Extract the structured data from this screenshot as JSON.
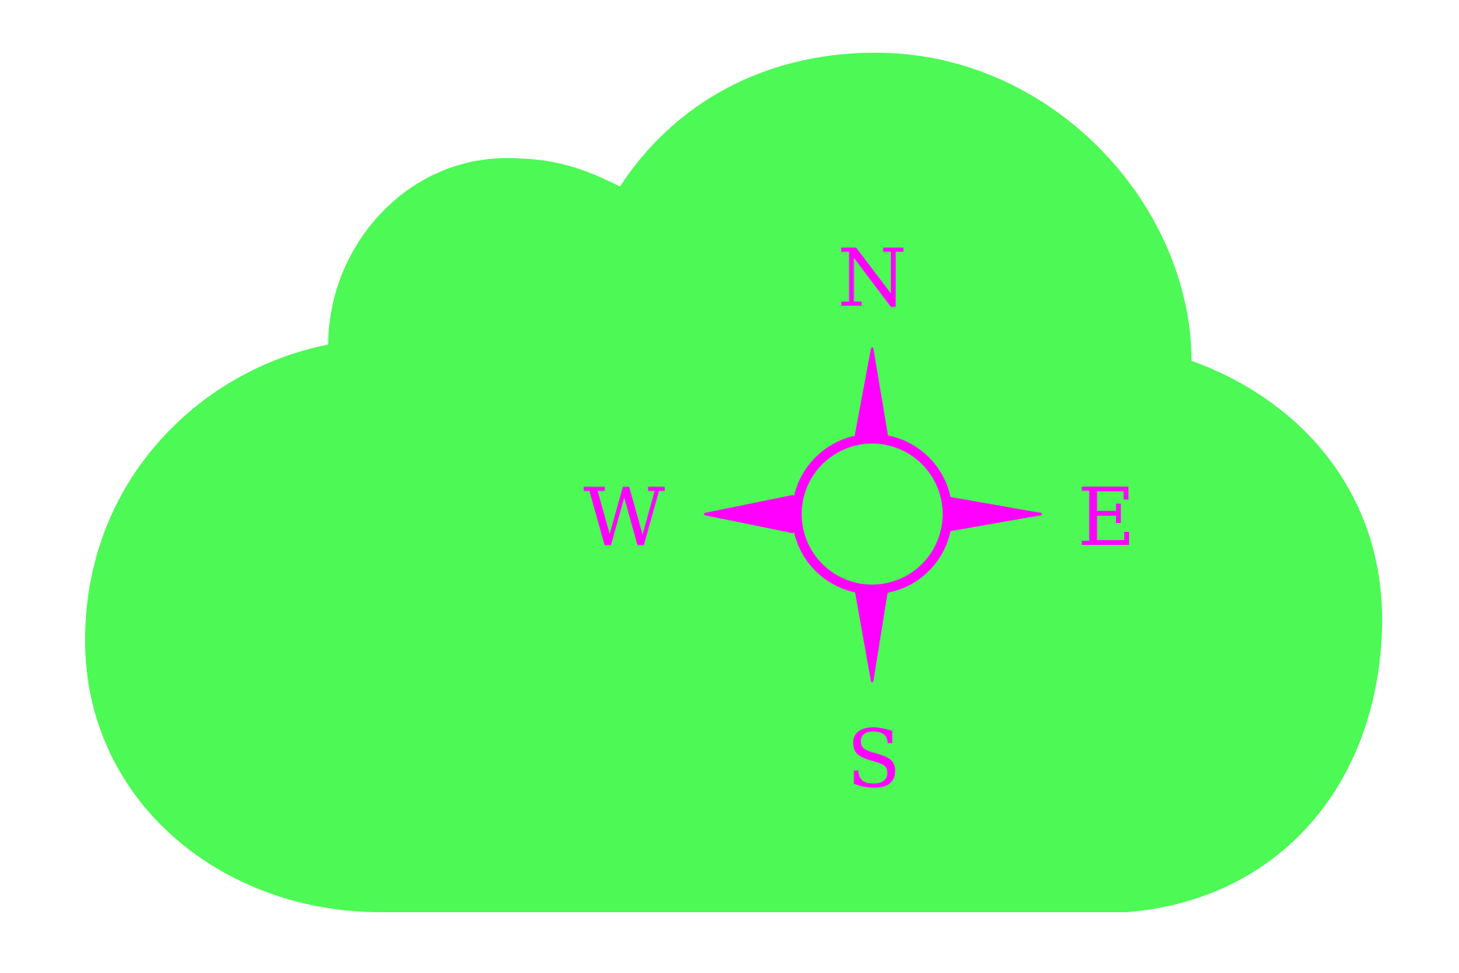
{
  "colors": {
    "background": "#ffffff",
    "cloud": "#4cf955",
    "compass": "#ff00ff"
  },
  "icons": {
    "cloud": "cloud-icon",
    "compass": "compass-rose-icon"
  },
  "compass": {
    "north": "N",
    "south": "S",
    "east": "E",
    "west": "W"
  }
}
